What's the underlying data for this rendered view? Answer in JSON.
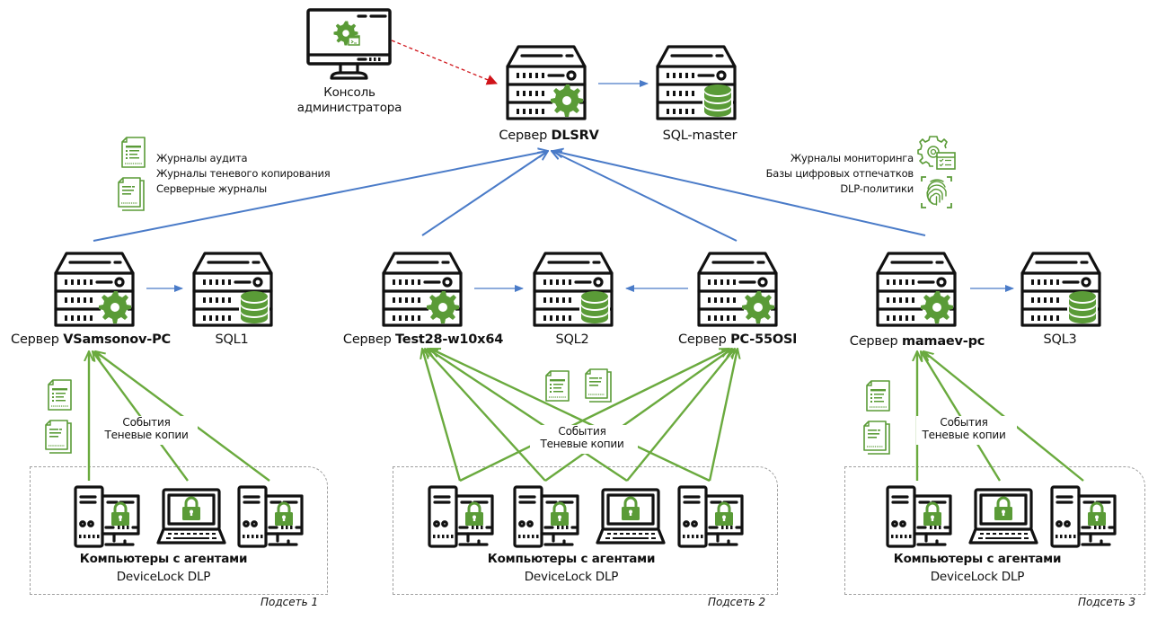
{
  "colors": {
    "green": "#5a9b37",
    "blue": "#4a7bc8",
    "red": "#d0141a",
    "black": "#111111",
    "subnet_border": "#a0a0a0"
  },
  "console": {
    "label_line1": "Консоль",
    "label_line2": "администратора",
    "icon": "monitor-gear-icon"
  },
  "central": {
    "prefix": "Сервер",
    "name": "DLSRV",
    "icon": "server-gear-icon",
    "db": {
      "label": "SQL-master",
      "icon": "server-database-icon"
    }
  },
  "left_notes": {
    "items": [
      "Журналы аудита",
      "Журналы теневого копирования",
      "Серверные журналы"
    ],
    "icons": [
      "audit-log-icon",
      "server-log-icon"
    ]
  },
  "right_notes": {
    "items": [
      "Журналы мониторинга",
      "Базы цифровых отпечатков",
      "DLP-политики"
    ],
    "icons": [
      "monitoring-gear-icon",
      "fingerprint-icon"
    ]
  },
  "servers": [
    {
      "prefix": "Сервер",
      "name": "VSamsonov-PC"
    },
    {
      "prefix": "Сервер",
      "name": "Test28-w10x64"
    },
    {
      "prefix": "Сервер",
      "name": "PC-55OSl"
    },
    {
      "prefix": "Сервер",
      "name": "mamaev-pc"
    }
  ],
  "databases": [
    "SQL1",
    "SQL2",
    "SQL3"
  ],
  "flow_label": {
    "line1": "События",
    "line2": "Теневые копии"
  },
  "subnets": [
    {
      "caption": "Подсеть 1",
      "title": "Компьютеры с агентами",
      "subtitle": "DeviceLock DLP",
      "devices": [
        "desktop",
        "laptop",
        "desktop"
      ]
    },
    {
      "caption": "Подсеть 2",
      "title": "Компьютеры с агентами",
      "subtitle": "DeviceLock DLP",
      "devices": [
        "desktop",
        "desktop",
        "laptop",
        "desktop"
      ]
    },
    {
      "caption": "Подсеть 3",
      "title": "Компьютеры с агентами",
      "subtitle": "DeviceLock DLP",
      "devices": [
        "desktop",
        "laptop",
        "desktop"
      ]
    }
  ]
}
